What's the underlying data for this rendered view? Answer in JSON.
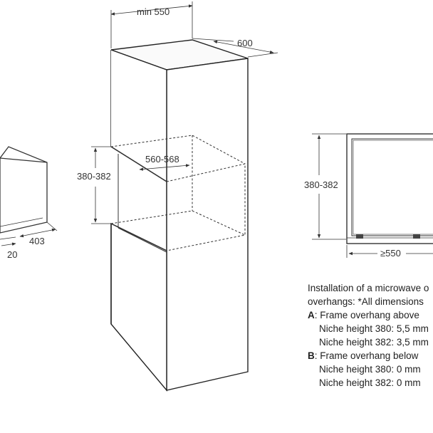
{
  "dimensions": {
    "min_width": "min 550",
    "depth": "600",
    "niche_width": "560-568",
    "niche_height_cabinet": "380-382",
    "niche_height_front": "380-382",
    "appliance_depth": "403",
    "frame_offset": "20",
    "front_width": "≥550"
  },
  "notes": {
    "intro_1": "Installation of a microwave o",
    "intro_2": "overhangs: *All dimensions",
    "a_key": "A",
    "a_text": ": Frame overhang above",
    "a_380": "Niche height 380: 5,5 mm",
    "a_382": "Niche height 382: 3,5 mm",
    "b_key": "B",
    "b_text": ": Frame overhang below",
    "b_380": "Niche height 380: 0 mm",
    "b_382": "Niche height 382: 0 mm"
  }
}
